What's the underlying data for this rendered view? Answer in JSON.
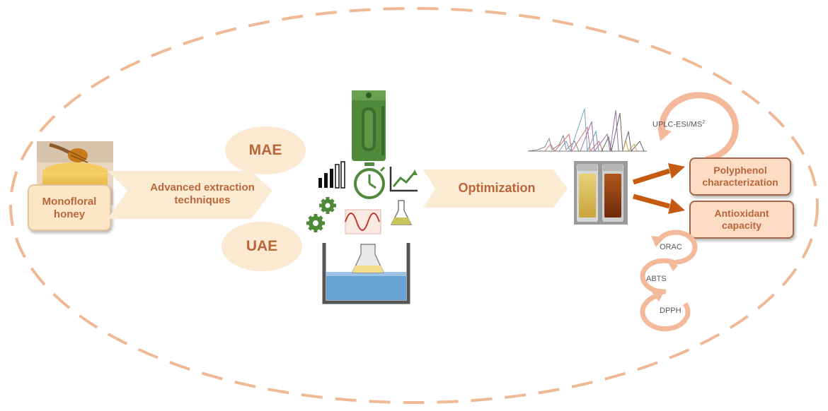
{
  "diagram": {
    "honey_label_line1": "Monofloral",
    "honey_label_line2": "honey",
    "extraction_line1": "Advanced extraction",
    "extraction_line2": "techniques",
    "mae": "MAE",
    "uae": "UAE",
    "optimization": "Optimization",
    "uplc_label": "UPLC-ESI/MS",
    "uplc_superscript": "2",
    "polyphenol_line1": "Polyphenol",
    "polyphenol_line2": "characterization",
    "antioxidant_line1": "Antioxidant",
    "antioxidant_line2": "capacity",
    "assays": [
      "ORAC",
      "ABTS",
      "DPPH"
    ]
  },
  "colors": {
    "ellipse_dash": "#efb995",
    "chevron_fill": "#fcebd3",
    "box_fill": "#fcdcc4",
    "label_text": "#b9663a",
    "arrow": "#c55a11",
    "green_icon": "#4e8a3a"
  }
}
